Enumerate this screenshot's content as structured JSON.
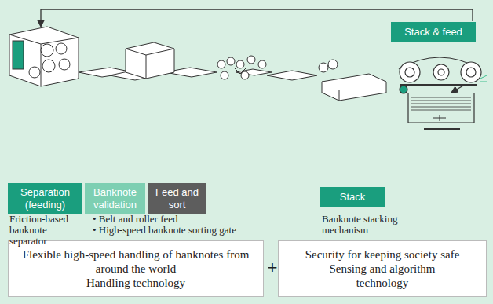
{
  "diagram": {
    "nodes": [
      {
        "text": [
          "Separation (feeding)"
        ]
      },
      {
        "text": [
          "Banknote validation"
        ]
      },
      {
        "text": [
          "Feed and sort"
        ]
      },
      {
        "text": [
          "Stack"
        ]
      },
      {
        "text": [
          "Stack & feed"
        ]
      },
      {
        "text": [
          "Flexible high-speed handling of banknotes from around the world",
          "Handling technology"
        ]
      },
      {
        "text": [
          "Security for keeping society safe",
          "Sensing and algorithm technology"
        ]
      }
    ],
    "labels": [
      "Friction-based banknote separator",
      "• Belt and roller feed",
      "• High-speed banknote sorting gate",
      "Banknote stacking mechanism",
      "+"
    ]
  }
}
